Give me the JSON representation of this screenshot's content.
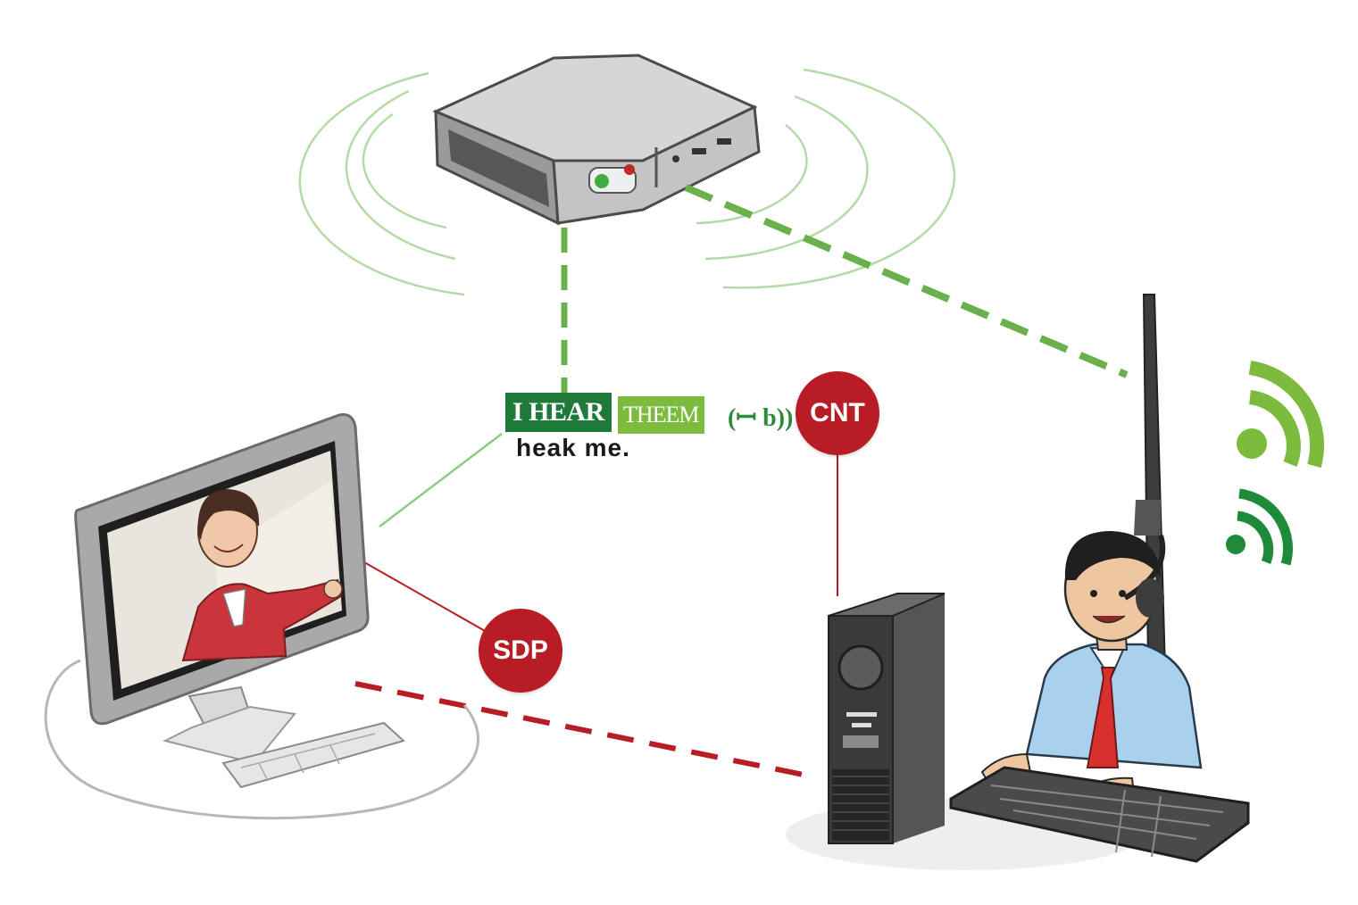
{
  "labels": {
    "hear_tag": "I HEAR",
    "them_tag": "THEEM",
    "subtext": "heak  me.",
    "wave_glyph": "(ꟷ b))",
    "cnt_badge": "CNT",
    "sdp_badge": "SDP"
  },
  "colors": {
    "signal_green": "#6ab04c",
    "link_red": "#b81c24",
    "dark_green": "#1f7a3a",
    "light_green": "#7dbb3f"
  },
  "icons": [
    "router-icon",
    "monitor-icon",
    "video-caller-icon",
    "keyboard-icon",
    "desktop-tower-icon",
    "operator-with-headset-icon",
    "antenna-icon",
    "wifi-signal-icon"
  ]
}
